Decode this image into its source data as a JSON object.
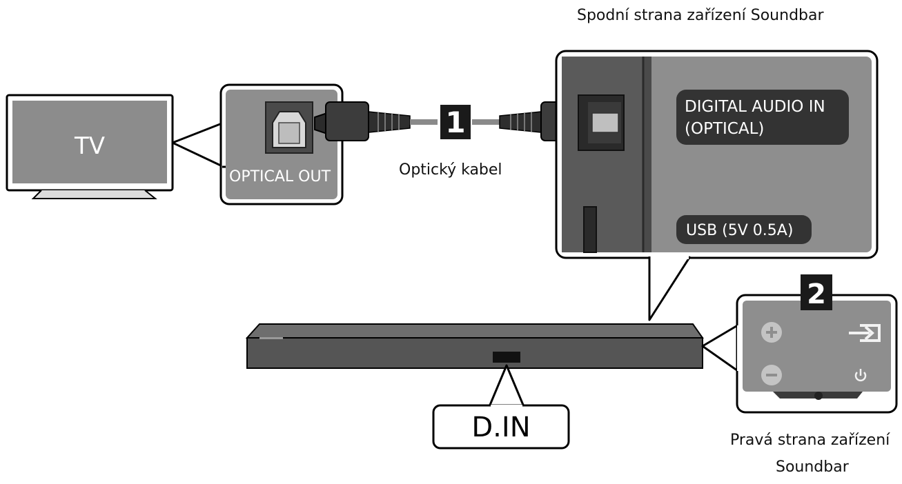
{
  "tv": {
    "label": "TV"
  },
  "tv_port": {
    "label": "OPTICAL OUT"
  },
  "cable": {
    "step": "1",
    "label": "Optický kabel"
  },
  "soundbar_bottom": {
    "caption": "Spodní strana zařízení Soundbar",
    "port_label_line1": "DIGITAL AUDIO IN",
    "port_label_line2": "(OPTICAL)",
    "usb_label": "USB (5V 0.5A)"
  },
  "soundbar": {
    "display_text": "D.IN"
  },
  "right_panel": {
    "step": "2",
    "caption_line1": "Pravá strana zařízení",
    "caption_line2": "Soundbar",
    "buttons": [
      "volume-up",
      "source",
      "volume-down",
      "power"
    ]
  },
  "colors": {
    "panel_fill": "#8e8e8e",
    "panel_dark": "#3a3a3a",
    "outline": "#000000",
    "label_bg": "#333333",
    "label_text": "#ffffff"
  }
}
